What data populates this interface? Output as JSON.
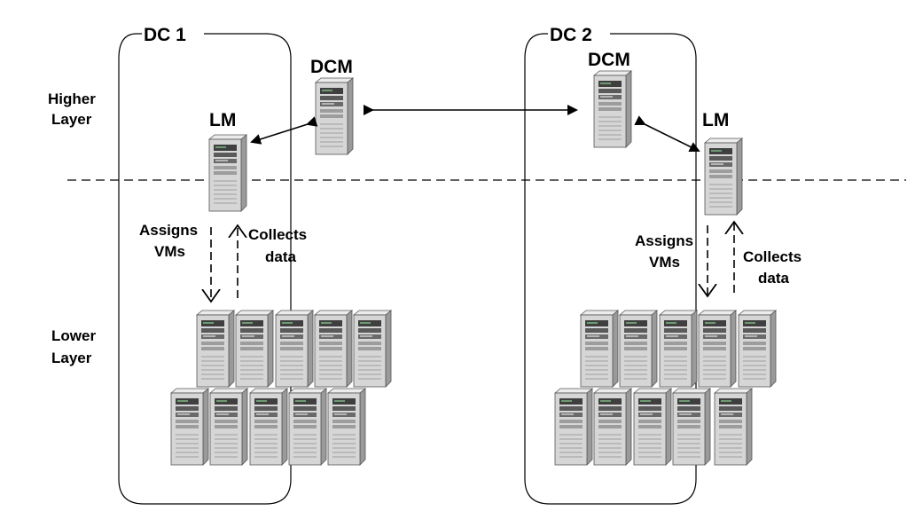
{
  "layers": {
    "higher": [
      "Higher",
      "Layer"
    ],
    "lower": [
      "Lower",
      "Layer"
    ]
  },
  "datacenters": [
    {
      "title": "DC 1",
      "dcm_label": "DCM",
      "lm_label": "LM",
      "assign_label": [
        "Assigns",
        "VMs"
      ],
      "collect_label": [
        "Collects",
        "data"
      ]
    },
    {
      "title": "DC 2",
      "dcm_label": "DCM",
      "lm_label": "LM",
      "assign_label": [
        "Assigns",
        "VMs"
      ],
      "collect_label": [
        "Collects",
        "data"
      ]
    }
  ],
  "colors": {
    "server_body": "#d6d6d6",
    "server_side": "#9a9a9a",
    "server_dark": "#3f3f3f",
    "server_green": "#6e9a72",
    "line": "#000000"
  }
}
